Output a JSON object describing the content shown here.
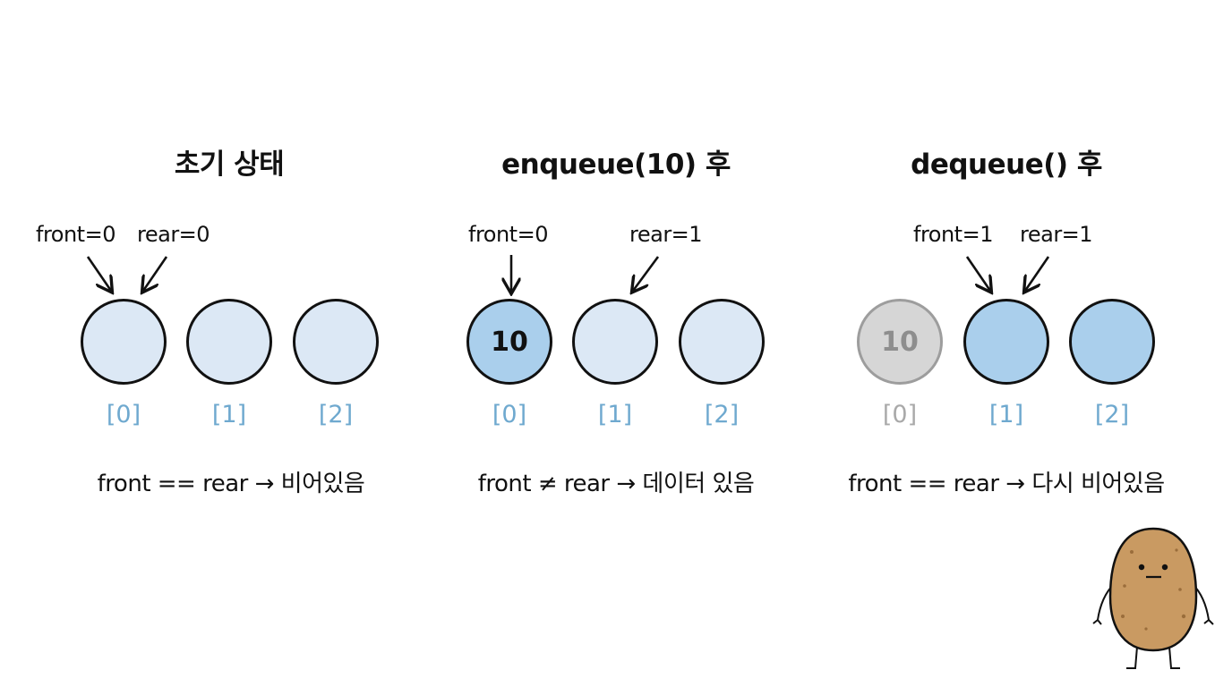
{
  "panels": [
    {
      "title": "초기 상태",
      "front_label": "front=0",
      "rear_label": "rear=0",
      "cells": [
        {
          "value": "",
          "state": "empty",
          "index": "[0]"
        },
        {
          "value": "",
          "state": "empty",
          "index": "[1]"
        },
        {
          "value": "",
          "state": "empty",
          "index": "[2]"
        }
      ],
      "caption": "front == rear → 비어있음"
    },
    {
      "title": "enqueue(10) 후",
      "front_label": "front=0",
      "rear_label": "rear=1",
      "cells": [
        {
          "value": "10",
          "state": "filled",
          "index": "[0]"
        },
        {
          "value": "",
          "state": "empty",
          "index": "[1]"
        },
        {
          "value": "",
          "state": "empty",
          "index": "[2]"
        }
      ],
      "caption": "front ≠ rear → 데이터 있음"
    },
    {
      "title": "dequeue() 후",
      "front_label": "front=1",
      "rear_label": "rear=1",
      "cells": [
        {
          "value": "10",
          "state": "ghost",
          "index": "[0]"
        },
        {
          "value": "",
          "state": "filled",
          "index": "[1]"
        },
        {
          "value": "",
          "state": "filled",
          "index": "[2]"
        }
      ],
      "caption": "front == rear → 다시 비어있음"
    }
  ],
  "colors": {
    "empty_fill": "#dce8f5",
    "filled_fill": "#aacfec",
    "ghost_fill": "#d6d6d6",
    "index_text": "#6fa9cf",
    "ghost_text": "#a9a9a9",
    "potato_body": "#c99a62"
  },
  "mascot": {
    "icon": "potato-character-icon"
  }
}
